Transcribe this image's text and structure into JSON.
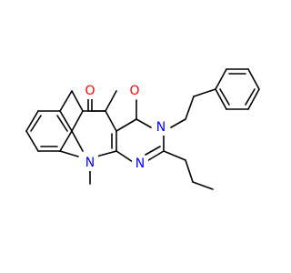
{
  "colors": {
    "carbon_bond": "#000000",
    "oxygen": "#ff0000",
    "nitrogen": "#0000ff",
    "background": "#ffffff"
  },
  "atoms": {
    "o_left": "O",
    "o_right": "O",
    "n_ring": "N",
    "n_methyl": "N",
    "n_pyrimidine": "N"
  }
}
